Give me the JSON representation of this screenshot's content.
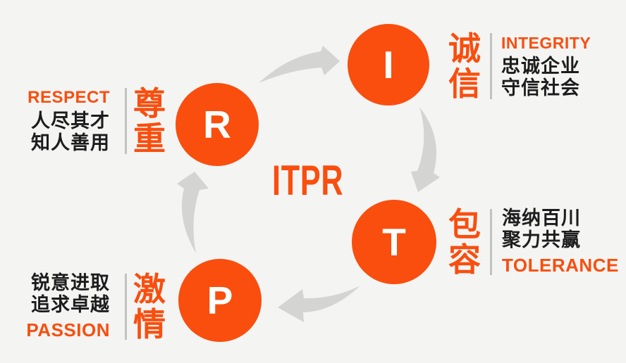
{
  "title": "ITPR",
  "colors": {
    "orange": "#F94E0E",
    "arrow_gray": "#D4D4D2",
    "divider_gray": "#C2C2C2",
    "text_black": "#1C1C1C",
    "background": "#F4F4F3",
    "circle_letter": "#FFFFFF"
  },
  "nodes": [
    {
      "id": "i",
      "letter": "I"
    },
    {
      "id": "t",
      "letter": "T"
    },
    {
      "id": "p",
      "letter": "P"
    },
    {
      "id": "r",
      "letter": "R"
    }
  ],
  "values": {
    "integrity": {
      "chars": [
        "诚",
        "信"
      ],
      "en": "INTEGRITY",
      "lines": [
        "忠诚企业",
        "守信社会"
      ]
    },
    "tolerance": {
      "chars": [
        "包",
        "容"
      ],
      "en": "TOLERANCE",
      "lines": [
        "海纳百川",
        "聚力共赢"
      ]
    },
    "respect": {
      "chars": [
        "尊",
        "重"
      ],
      "en": "RESPECT",
      "lines": [
        "人尽其才",
        "知人善用"
      ]
    },
    "passion": {
      "chars": [
        "激",
        "情"
      ],
      "en": "PASSION",
      "lines": [
        "锐意进取",
        "追求卓越"
      ]
    }
  }
}
